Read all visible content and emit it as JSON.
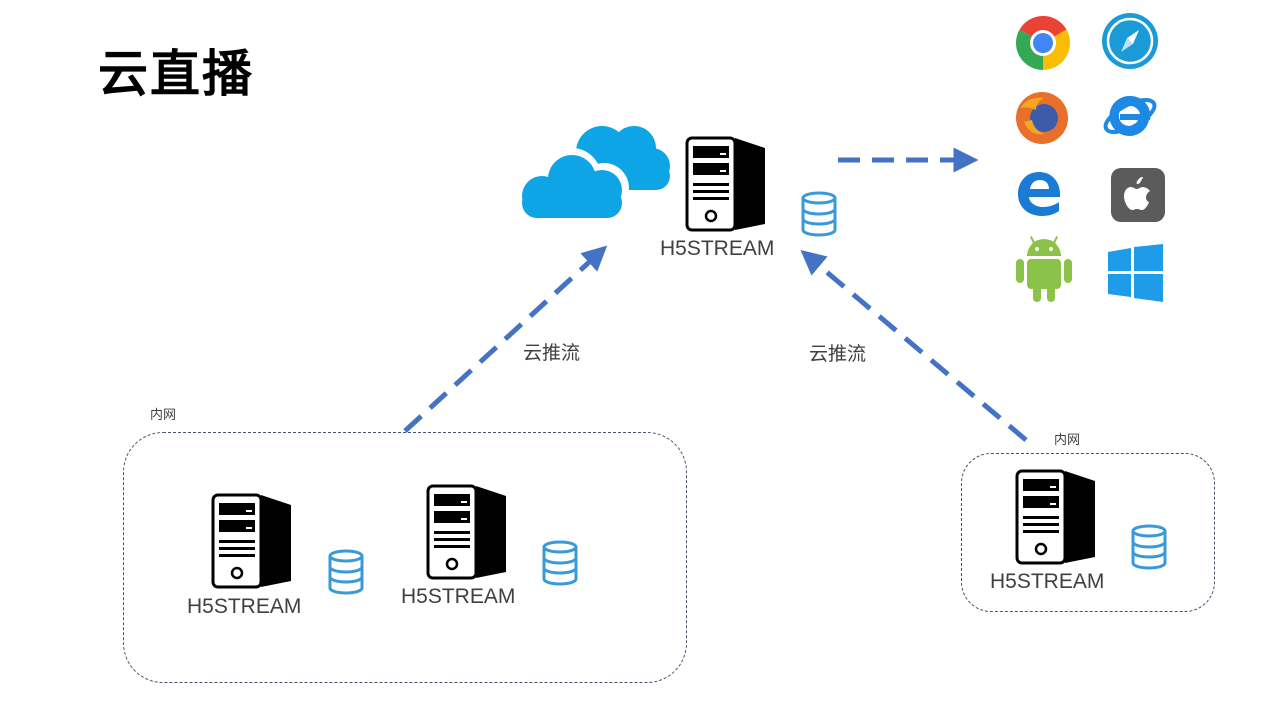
{
  "title": "云直播",
  "center_node": {
    "label": "H5STREAM"
  },
  "arrows": {
    "left_label": "云推流",
    "right_label": "云推流"
  },
  "left_zone": {
    "label": "内网",
    "nodes": [
      {
        "label": "H5STREAM"
      },
      {
        "label": "H5STREAM"
      }
    ]
  },
  "right_zone": {
    "label": "内网",
    "nodes": [
      {
        "label": "H5STREAM"
      }
    ]
  },
  "clients": [
    "chrome-icon",
    "safari-icon",
    "firefox-icon",
    "ie-icon",
    "edge-icon",
    "apple-icon",
    "android-icon",
    "windows-icon"
  ],
  "colors": {
    "arrow": "#4472c4",
    "cloud": "#0ea5e6",
    "database": "#3a9ad9",
    "zone_border": "#44546a"
  }
}
